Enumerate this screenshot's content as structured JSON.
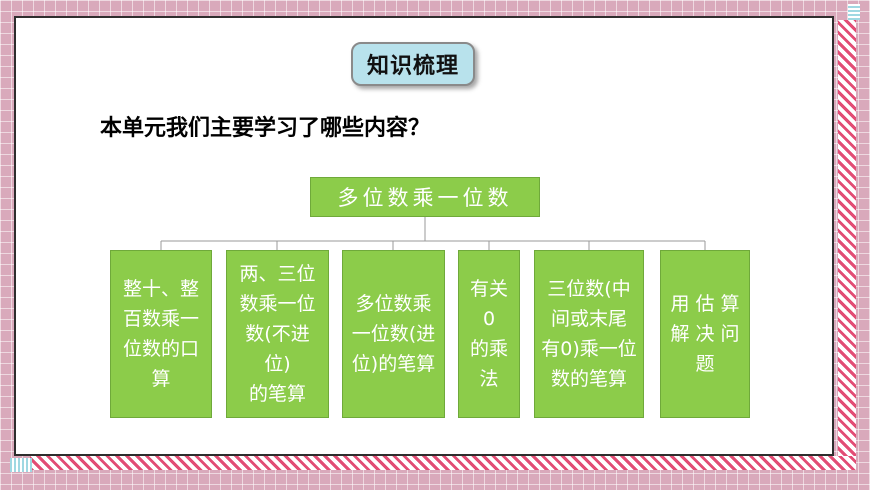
{
  "title": "知识梳理",
  "question": "本单元我们主要学习了哪些内容？",
  "root": {
    "label": "多位数乘一位数"
  },
  "children": [
    {
      "label": "整十、整\n百数乘一\n位数的口\n算"
    },
    {
      "label": "两、三位\n数乘一位\n数(不进位)\n的笔算"
    },
    {
      "label": "多位数乘\n一位数(进\n位)的笔算"
    },
    {
      "label": "有关0\n的乘\n法"
    },
    {
      "label": "三位数(中\n间或末尾\n有0)乘一位\n数的笔算"
    },
    {
      "label": "用 估 算\n解 决 问\n题"
    }
  ],
  "colors": {
    "box_fill": "#8ccc4a",
    "title_fill": "#b8e2ec",
    "stripe": "#e24d75",
    "background": "#d9a9bb"
  }
}
